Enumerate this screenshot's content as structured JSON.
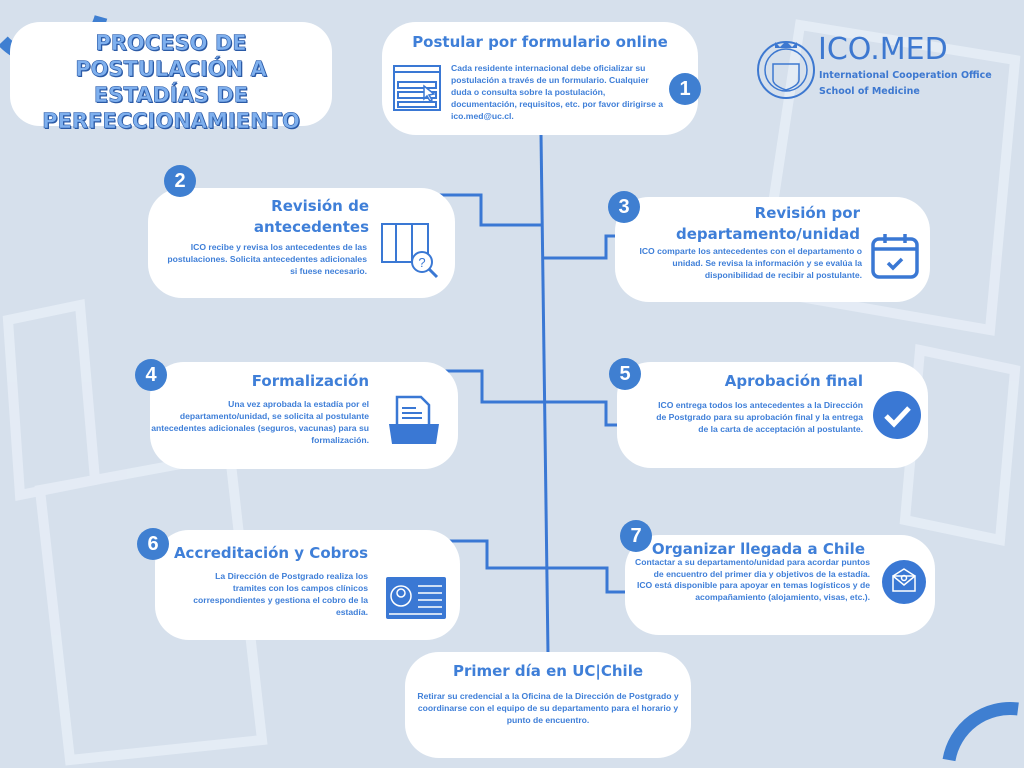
{
  "title": {
    "lines": [
      "PROCESO DE",
      "POSTULACIÓN A",
      "ESTADÍAS DE",
      "PERFECCIONAMIENTO"
    ]
  },
  "logo": {
    "name": "ICO.MED",
    "line1": "International Cooperation Office",
    "line2": "School of Medicine"
  },
  "colors": {
    "background": "#d6e0ec",
    "accent": "#3f7fd8",
    "badge": "#3f7fd1"
  },
  "steps": [
    {
      "number": "1",
      "title": "Postular por formulario online",
      "text": "Cada residente internacional debe oficializar su postulación a través de un formulario. Cualquier duda o consulta sobre la postulación, documentación, requisitos, etc. por favor dirigirse a ico.med@uc.cl.",
      "icon": "web-form-icon"
    },
    {
      "number": "2",
      "title": "Revisión de antecedentes",
      "text": "ICO recibe y revisa los antecedentes de las postulaciones. Solicita antecedentes adicionales si fuese necesario.",
      "icon": "checklist-search-icon"
    },
    {
      "number": "3",
      "title": "Revisión por departamento/unidad",
      "text": "ICO comparte los antecedentes con el departamento o unidad. Se revisa la información y se evalúa la disponibilidad de recibir  al postulante.",
      "icon": "calendar-check-icon"
    },
    {
      "number": "4",
      "title": "Formalización",
      "text": "Una vez aprobada la estadía por el departamento/unidad, se solicita al postulante antecedentes adicionales (seguros, vacunas) para su formalización.",
      "icon": "folder-document-icon"
    },
    {
      "number": "5",
      "title": "Aprobación final",
      "text": "ICO entrega todos los antecedentes a la Dirección de Postgrado para su aprobación final y la entrega de la carta de acceptación al postulante.",
      "icon": "check-circle-icon"
    },
    {
      "number": "6",
      "title": "Accreditación y Cobros",
      "text": "La Dirección de Postgrado realiza los tramites con los campos clínicos correspondientes y gestiona el cobro de la estadía.",
      "icon": "id-card-icon"
    },
    {
      "number": "7",
      "title": "Organizar llegada a Chile",
      "text": "Contactar a su departamento/unidad para acordar puntos de encuentro del primer dia y objetivos de la estadía.",
      "text2": "ICO está disponible para apoyar en temas logísticos y de acompañamiento (alojamiento, visas, etc.).",
      "icon": "envelope-icon"
    },
    {
      "title": "Primer día en UC|Chile",
      "text": "Retirar su credencial a la Oficina de la Dirección de Postgrado y coordinarse con el equipo de su departamento para el horario y punto de encuentro."
    }
  ]
}
